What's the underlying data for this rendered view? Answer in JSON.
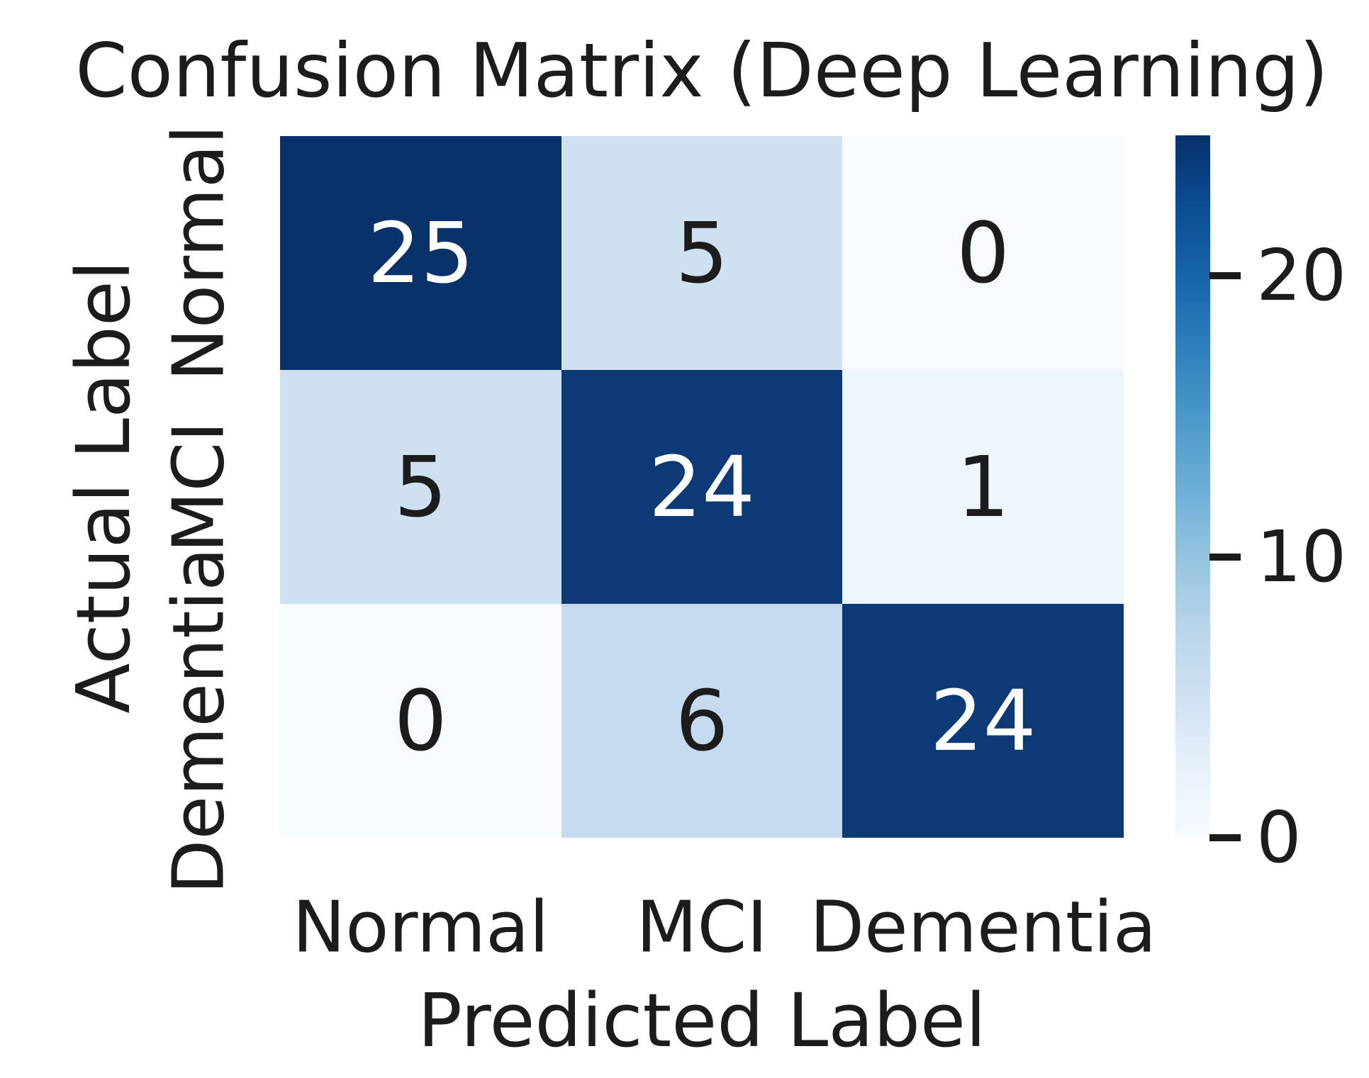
{
  "chart_data": {
    "type": "heatmap",
    "title": "Confusion Matrix (Deep Learning)",
    "xlabel": "Predicted Label",
    "ylabel": "Actual Label",
    "x_categories": [
      "Normal",
      "MCI",
      "Dementia"
    ],
    "y_categories": [
      "Normal",
      "MCI",
      "Dementia"
    ],
    "matrix": [
      [
        25,
        5,
        0
      ],
      [
        5,
        24,
        1
      ],
      [
        0,
        6,
        24
      ]
    ],
    "vmin": 0,
    "vmax": 25,
    "colormap": "Blues",
    "colorbar_ticks": [
      20,
      10,
      0
    ],
    "legend_position": "right",
    "grid": false,
    "cell_colors": [
      [
        "#09316a",
        "#cfe0f1",
        "#f6fafe"
      ],
      [
        "#cfe0f1",
        "#0b3a75",
        "#eef5fb"
      ],
      [
        "#f6fafe",
        "#c6dbef",
        "#0b3a75"
      ]
    ],
    "annotation_colors": [
      [
        "#ffffff",
        "#1c1c1c",
        "#1c1c1c"
      ],
      [
        "#1c1c1c",
        "#ffffff",
        "#1c1c1c"
      ],
      [
        "#1c1c1c",
        "#1c1c1c",
        "#ffffff"
      ]
    ],
    "colorbar_gradient_bottom_to_top": [
      "#f7fbff",
      "#e7f1fa",
      "#d0e1f2",
      "#b7d4ea",
      "#94c4df",
      "#6baed6",
      "#4a98c9",
      "#2e7ebc",
      "#1764ab",
      "#0a4d92",
      "#08306b"
    ],
    "accent_dark_blue": "#09316a",
    "text_color": "#1c1c1c"
  }
}
